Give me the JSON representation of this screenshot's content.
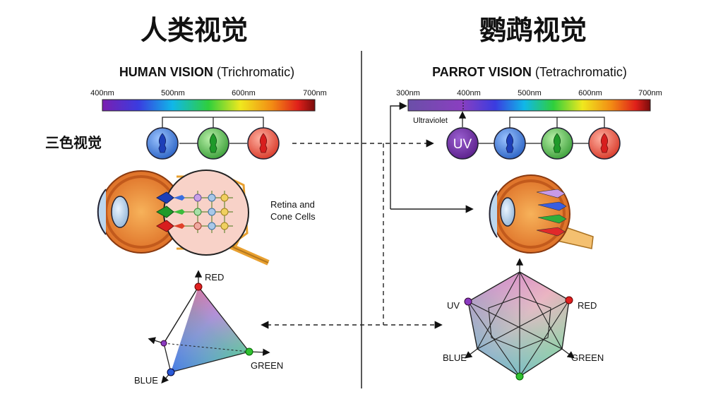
{
  "left": {
    "cn_title": "人类视觉",
    "title_bold": "HUMAN VISION",
    "title_rest": " (Trichromatic)",
    "ticks": [
      "400nm",
      "500nm",
      "600nm",
      "700nm"
    ],
    "cn_label": "三色视觉",
    "retina_label_line1": "Retina and",
    "retina_label_line2": "Cone Cells",
    "vertex_red": "RED",
    "vertex_green": "GREEN",
    "vertex_blue": "BLUE"
  },
  "right": {
    "cn_title": "鹦鹉视觉",
    "title_bold": "PARROT VISION",
    "title_rest": " (Tetrachromatic)",
    "ticks": [
      "300nm",
      "400nm",
      "500nm",
      "600nm",
      "700nm"
    ],
    "uv_band_label": "Ultraviolet",
    "uv_cone_label": "UV",
    "vertex_uv": "UV",
    "vertex_red": "RED",
    "vertex_blue": "BLUE",
    "vertex_green": "GREEN"
  },
  "colors": {
    "blue_cone": "#2f6fd0",
    "green_cone": "#3fae3c",
    "red_cone": "#e0362c",
    "uv_cone": "#6a2c9a",
    "eye_orange": "#e88a2e"
  }
}
